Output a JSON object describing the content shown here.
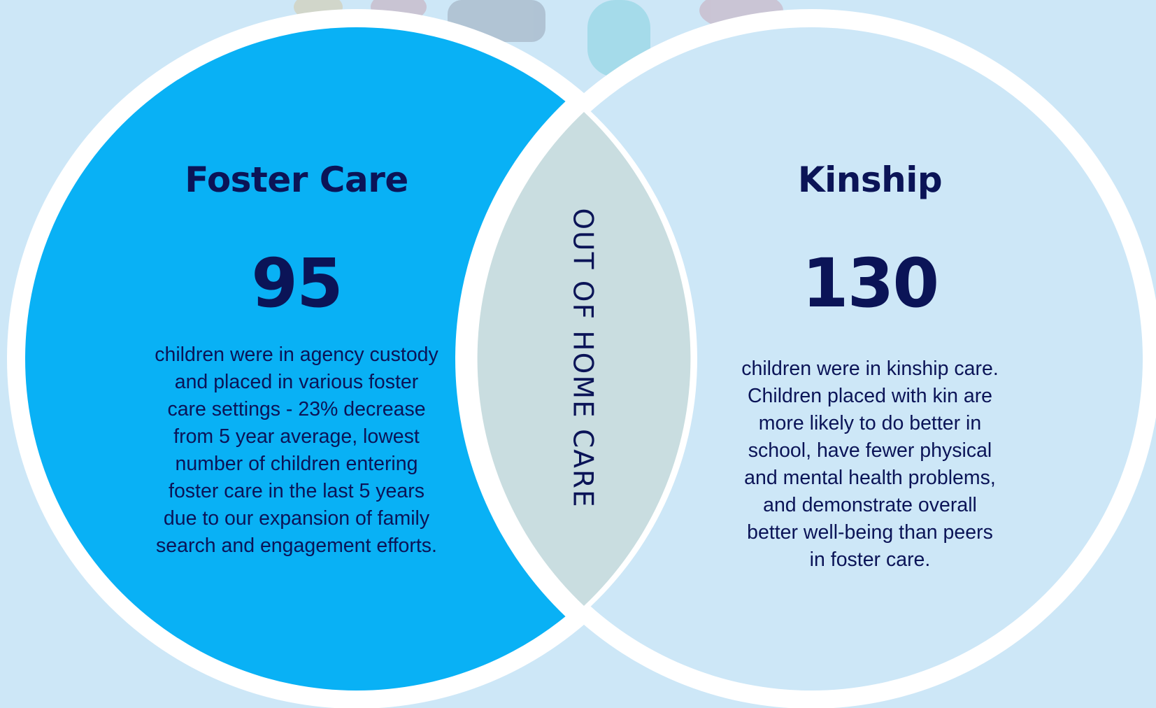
{
  "colors": {
    "background": "#cde7f7",
    "left_fill": "#09b1f5",
    "right_fill": "#cde7f7",
    "overlap_fill": "#c9dde0",
    "ring": "#ffffff",
    "text": "#0b1457"
  },
  "left": {
    "title": "Foster Care",
    "number": "95",
    "description": "children were in agency custody and placed in various foster care settings - 23% decrease from 5 year average, lowest number of children entering foster care in the last 5 years due to our expansion of family search and engagement efforts."
  },
  "right": {
    "title": "Kinship",
    "number": "130",
    "description": "children were in kinship care. Children placed with kin are more likely to do better in school, have fewer physical and mental health problems, and demonstrate overall better well-being than peers in foster care."
  },
  "center": {
    "label": "OUT OF HOME CARE"
  }
}
